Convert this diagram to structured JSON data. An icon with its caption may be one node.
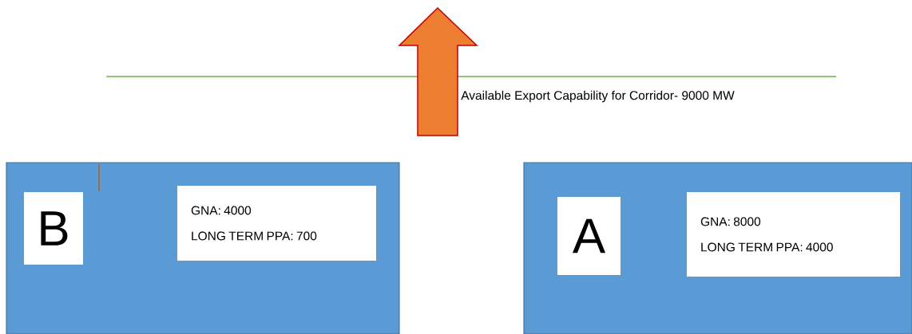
{
  "diagram": {
    "nodes": [
      {
        "text": [],
        "shape": "box"
      },
      {
        "text": [
          "B"
        ],
        "in": 0
      },
      {
        "text": [
          "GNA: 4000",
          "LONG TERM PPA: 700"
        ],
        "in": 0
      },
      {
        "text": [],
        "shape": "box"
      },
      {
        "text": [
          "A"
        ],
        "in": 3
      },
      {
        "text": [
          "GNA: 8000",
          "LONG TERM PPA: 4000"
        ],
        "in": 3
      }
    ],
    "labels": [
      "Available Export Capability for Corridor- 9000 MW"
    ]
  }
}
